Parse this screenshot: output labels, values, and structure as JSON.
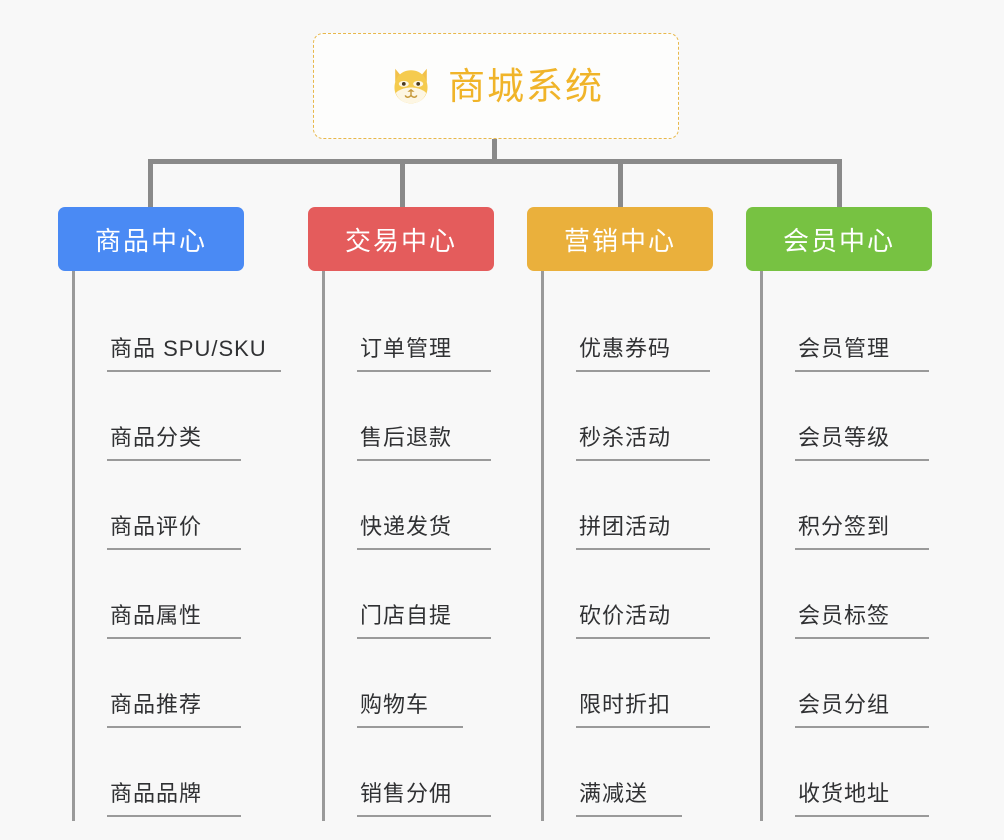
{
  "root": {
    "title": "商城系统",
    "icon": "shiba-dog-icon",
    "border_color": "#e8b84b",
    "text_color": "#f0b429"
  },
  "connector_color": "#8a8a8a",
  "background_color": "#f8f8f8",
  "columns": [
    {
      "key": "product-center",
      "header": "商品中心",
      "color": "#4a8af4",
      "items": [
        {
          "label": "商品 SPU/SKU",
          "size": "wide"
        },
        {
          "label": "商品分类",
          "size": "four"
        },
        {
          "label": "商品评价",
          "size": "four"
        },
        {
          "label": "商品属性",
          "size": "four"
        },
        {
          "label": "商品推荐",
          "size": "four"
        },
        {
          "label": "商品品牌",
          "size": "four"
        }
      ]
    },
    {
      "key": "trade-center",
      "header": "交易中心",
      "color": "#e45c5c",
      "items": [
        {
          "label": "订单管理",
          "size": "four"
        },
        {
          "label": "售后退款",
          "size": "four"
        },
        {
          "label": "快递发货",
          "size": "four"
        },
        {
          "label": "门店自提",
          "size": "four"
        },
        {
          "label": "购物车",
          "size": "three"
        },
        {
          "label": "销售分佣",
          "size": "four"
        }
      ]
    },
    {
      "key": "marketing-center",
      "header": "营销中心",
      "color": "#eab03c",
      "items": [
        {
          "label": "优惠券码",
          "size": "four"
        },
        {
          "label": "秒杀活动",
          "size": "four"
        },
        {
          "label": "拼团活动",
          "size": "four"
        },
        {
          "label": "砍价活动",
          "size": "four"
        },
        {
          "label": "限时折扣",
          "size": "four"
        },
        {
          "label": "满减送",
          "size": "three"
        }
      ]
    },
    {
      "key": "member-center",
      "header": "会员中心",
      "color": "#77c242",
      "items": [
        {
          "label": "会员管理",
          "size": "four"
        },
        {
          "label": "会员等级",
          "size": "four"
        },
        {
          "label": "积分签到",
          "size": "four"
        },
        {
          "label": "会员标签",
          "size": "four"
        },
        {
          "label": "会员分组",
          "size": "four"
        },
        {
          "label": "收货地址",
          "size": "four"
        }
      ]
    }
  ]
}
